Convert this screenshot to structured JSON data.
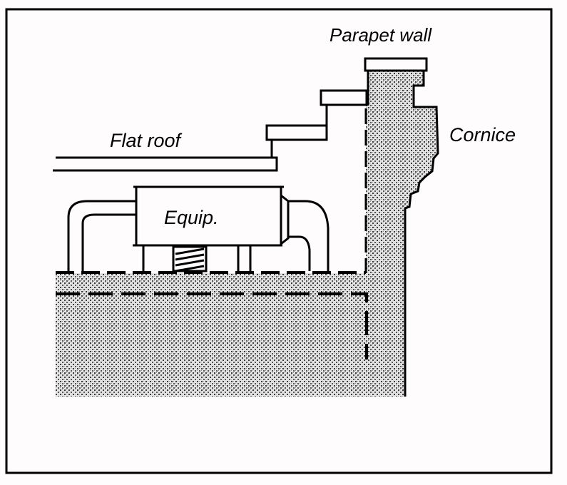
{
  "diagram": {
    "subject": "Rooftop equipment behind parapet wall with cornice",
    "labels": {
      "parapet_wall": "Parapet wall",
      "cornice": "Cornice",
      "flat_roof": "Flat roof",
      "equipment": "Equip."
    },
    "colors": {
      "ink": "#000000",
      "paper": "#fefcfd",
      "stipple_dark": "#4a4a4a",
      "stipple_light": "#d8d8d8"
    }
  }
}
